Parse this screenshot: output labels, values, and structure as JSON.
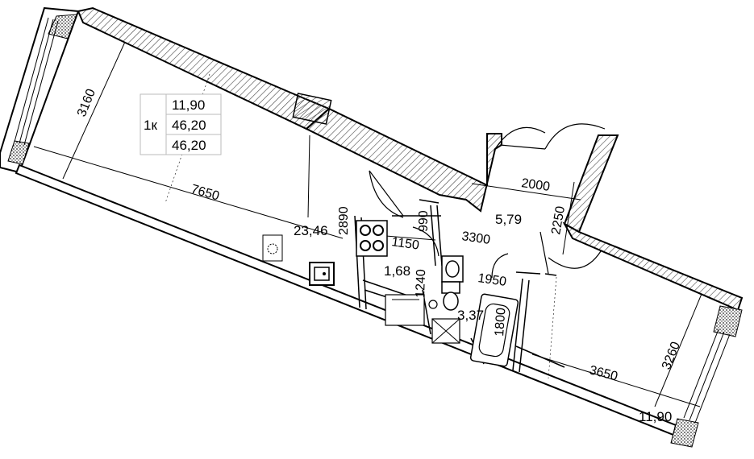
{
  "summary": {
    "rooms": "1к",
    "living_area": "11,90",
    "total_area": "46,20",
    "total_area_with_balcony": "46,20"
  },
  "rooms": {
    "main_room_area": "23,46",
    "hall_area": "5,79",
    "wc_area": "1,68",
    "bathroom_area": "3,37",
    "balcony_area": "11,90"
  },
  "dimensions": {
    "d_3160": "3160",
    "d_7650": "7650",
    "d_2890": "2890",
    "d_990": "990",
    "d_1150": "1150",
    "d_1240": "1240",
    "d_3300": "3300",
    "d_1950": "1950",
    "d_1800": "1800",
    "d_2000": "2000",
    "d_2250": "2250",
    "d_3650": "3650",
    "d_3260": "3260"
  },
  "colors": {
    "line": "#000000",
    "hatch": "#444444",
    "background": "#ffffff"
  },
  "icons": [
    "stove-icon",
    "sink-icon",
    "toilet-icon",
    "bathtub-icon",
    "washbasin-icon",
    "washing-machine-icon",
    "ventilation-icon"
  ]
}
